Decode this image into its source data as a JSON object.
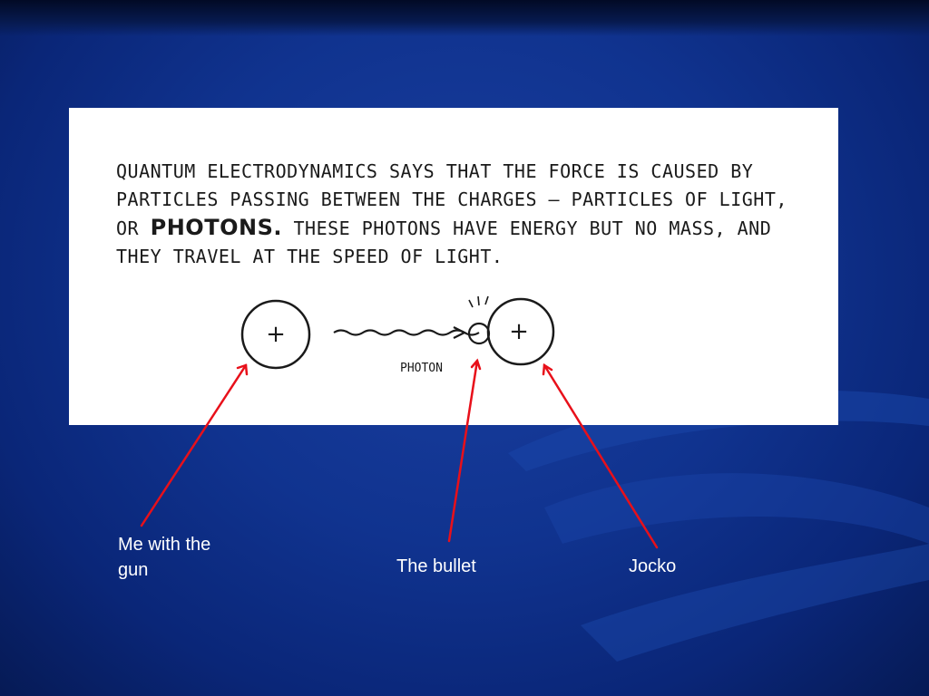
{
  "cartoon": {
    "text_before_bold": "Quantum electrodynamics says that the force is caused by particles passing between the charges — particles of light, or ",
    "bold_word": "Photons.",
    "text_after_bold": " These photons have energy but no mass, and they travel at the speed of light.",
    "charge_symbol_left": "+",
    "charge_symbol_right": "+",
    "photon_label": "Photon"
  },
  "captions": {
    "me_with_gun": "Me with the gun",
    "bullet": "The bullet",
    "jocko": "Jocko"
  },
  "colors": {
    "background": "#10338f",
    "arrow": "#e8101a",
    "caption_text": "#ffffff"
  }
}
